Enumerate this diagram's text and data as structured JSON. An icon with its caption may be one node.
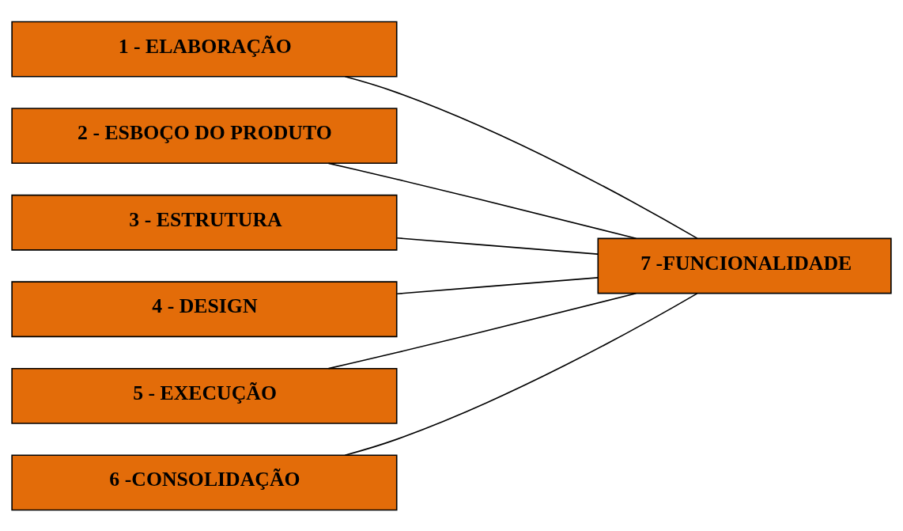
{
  "diagram": {
    "nodes": [
      {
        "text": [
          "1 - ELABORAÇÃO"
        ]
      },
      {
        "text": [
          "2 - ESBOÇO DO PRODUTO"
        ]
      },
      {
        "text": [
          "3 - ESTRUTURA"
        ]
      },
      {
        "text": [
          "4 - DESIGN"
        ]
      },
      {
        "text": [
          "5 - EXECUÇÃO"
        ]
      },
      {
        "text": [
          "6 -CONSOLIDAÇÃO"
        ]
      },
      {
        "text": [
          "7 -FUNCIONALIDADE"
        ]
      }
    ],
    "edges": [
      {
        "from": 0,
        "to": 6,
        "arrow": "none"
      },
      {
        "from": 1,
        "to": 6,
        "arrow": "none"
      },
      {
        "from": 2,
        "to": 6,
        "arrow": "none"
      },
      {
        "from": 3,
        "to": 6,
        "arrow": "none"
      },
      {
        "from": 4,
        "to": 6,
        "arrow": "none"
      },
      {
        "from": 5,
        "to": 6,
        "arrow": "none"
      }
    ]
  }
}
